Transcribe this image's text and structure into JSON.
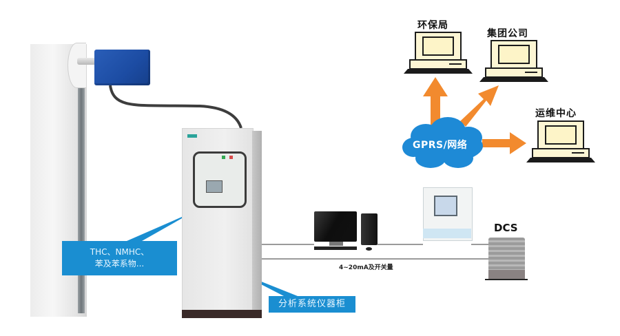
{
  "diagram": {
    "title": "VOCs online monitoring system architecture",
    "colors": {
      "callout_blue": "#1a8ed1",
      "cloud_blue": "#1e8ad6",
      "arrow_orange": "#f28a2e",
      "sensor_blue": "#1c4ca3",
      "terminal_fill": "#fdf6d4"
    }
  },
  "field": {
    "callout_measured": {
      "line1": "THC、NMHC、",
      "line2": "苯及苯系物..."
    },
    "callout_cabinet": "分析系统仪器柜",
    "signal_label": "4~20mA及开关量",
    "dcs_label": "DCS"
  },
  "network": {
    "cloud_label": "GPRS/网络",
    "nodes": [
      {
        "label": "环保局",
        "icon": "computer-terminal-icon"
      },
      {
        "label": "集团公司",
        "icon": "computer-terminal-icon"
      },
      {
        "label": "运维中心",
        "icon": "computer-terminal-icon"
      }
    ]
  }
}
